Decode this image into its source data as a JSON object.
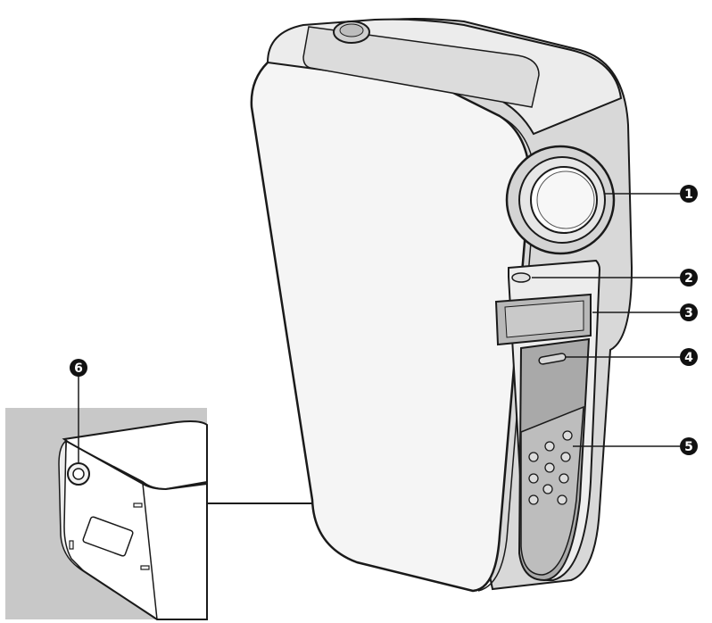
{
  "callouts": [
    {
      "id": "1",
      "label": "1"
    },
    {
      "id": "2",
      "label": "2"
    },
    {
      "id": "3",
      "label": "3"
    },
    {
      "id": "4",
      "label": "4"
    },
    {
      "id": "5",
      "label": "5"
    },
    {
      "id": "6",
      "label": "6"
    }
  ],
  "colors": {
    "body_fill": "#e8e8e8",
    "body_stroke": "#1a1a1a",
    "side_fill": "#cfcfcf",
    "panel_fill": "#a9a9a9",
    "inset_bg": "#c8c8c8",
    "badge_fill": "#111111"
  }
}
